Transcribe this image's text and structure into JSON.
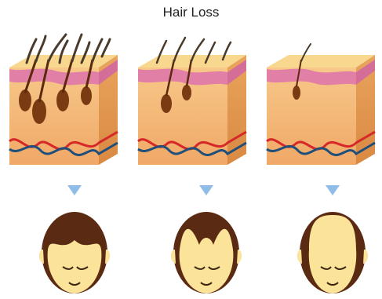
{
  "title": "Hair Loss",
  "colors": {
    "skin_top": "#f8d88e",
    "skin_front": "#f5bf7d",
    "skin_side": "#ecaa60",
    "pink": "#e27fa6",
    "follicle": "#7a3b12",
    "hair": "#4a3a2c",
    "artery": "#d62828",
    "vein": "#1f4f7a",
    "arrow": "#8fbde8",
    "face": "#fbe39a",
    "head_hair": "#5a2a12"
  },
  "stages": [
    {
      "name": "stage-full-hair"
    },
    {
      "name": "stage-thinning"
    },
    {
      "name": "stage-bald"
    }
  ]
}
